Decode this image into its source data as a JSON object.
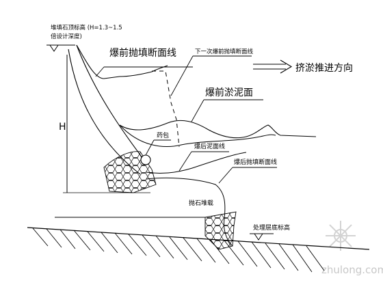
{
  "labels": {
    "fill_crest_elevation": "堆填石顶标高 (H=1.3~1.5",
    "fill_crest_note": "倍设计深度)",
    "pre_blast_fill_section": "爆前抛填断面线",
    "next_blast_section": "下一次爆前抛填断面线",
    "squeeze_direction": "挤淤推进方向",
    "pre_blast_mud_surface": "爆前淤泥面",
    "explosive_charge": "药包",
    "post_blast_mud_surface": "爆后泥面线",
    "post_blast_section": "爆后抛填断面线",
    "height_mark": "H",
    "rockfill_cap": "抛石堆载",
    "treatment_base_elevation": "处理层底标高"
  },
  "watermark": {
    "site": "zhulong.com"
  },
  "colors": {
    "line": "#000000",
    "watermark": "#c8c8c8"
  }
}
